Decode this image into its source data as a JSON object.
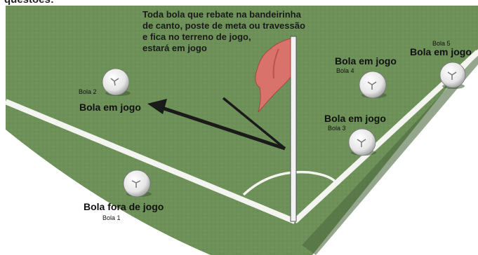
{
  "header_fragment": "questões:",
  "note_lines": [
    "Toda bola que rebate na bandeirinha",
    "de canto, poste de meta ou travessão",
    "e fica no terreno de jogo,",
    "estará em jogo"
  ],
  "balls": [
    {
      "name": "Bola 1",
      "status": "Bola fora de jogo"
    },
    {
      "name": "Bola 2",
      "status": "Bola em jogo"
    },
    {
      "name": "Bola 3",
      "status": "Bola em jogo"
    },
    {
      "name": "Bola 4",
      "status": "Bola em jogo"
    },
    {
      "name": "Bola 5",
      "status": "Bola em jogo"
    }
  ],
  "colors": {
    "field": "#6d9159",
    "field_dark": "#4d6b3d",
    "line": "#f4f4f0",
    "flag": "#d9726a",
    "arrow": "#1a1a1a"
  }
}
